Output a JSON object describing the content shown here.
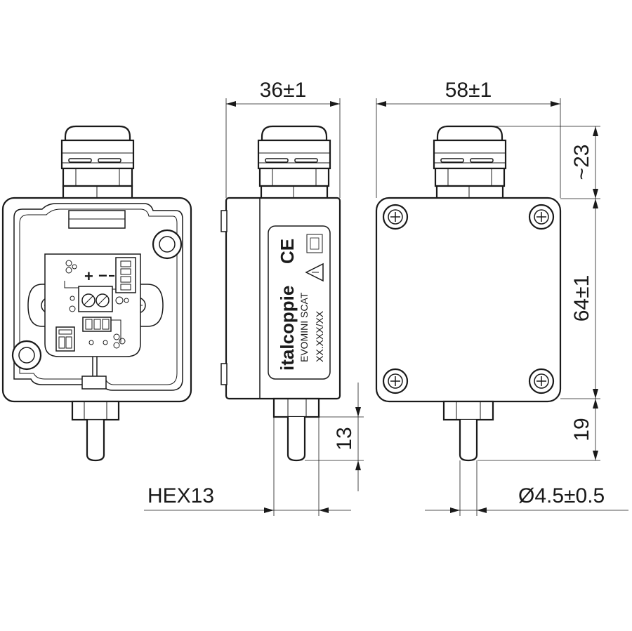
{
  "dimensions": {
    "side_width": "36±1",
    "front_width": "58±1",
    "gland_height": "~23",
    "body_height": "64±1",
    "probe_length_front": "19",
    "probe_length_side": "13",
    "hex": "HEX13",
    "probe_diameter": "Ø4.5±0.5"
  },
  "label": {
    "brand": "italcoppie",
    "model": "EVOMINI SCAT",
    "code": "XX.XXX/XX",
    "mark": "CE"
  },
  "terminals": {
    "plus": "+",
    "minus": "−"
  }
}
